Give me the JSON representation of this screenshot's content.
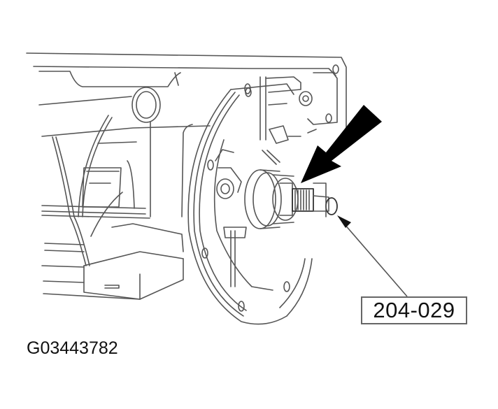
{
  "figure": {
    "id": "G03443782",
    "subject": "transmission housing with pump seal installer tool",
    "callouts": [
      {
        "label": "204-029",
        "target": "seal-installer-tool"
      }
    ],
    "indicator": {
      "type": "bold-arrow",
      "points_to": "pump-shaft-seal"
    },
    "colors": {
      "line": "#555555",
      "arrow": "#000000",
      "background": "#ffffff",
      "text": "#111111"
    }
  }
}
